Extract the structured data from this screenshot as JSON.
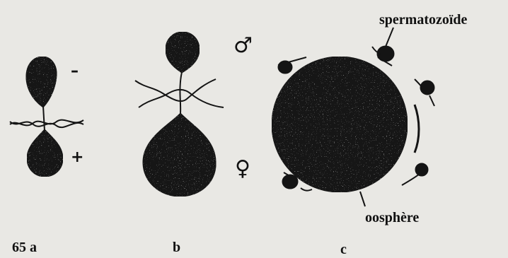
{
  "figure": {
    "panel_a": {
      "label": "65 a",
      "sign_top": "–",
      "sign_bottom": "+"
    },
    "panel_b": {
      "label": "b",
      "symbol_top": "♂",
      "symbol_bottom": "♀"
    },
    "panel_c": {
      "label": "c",
      "callout_top": "spermatozoïde",
      "callout_bottom": "oosphère"
    }
  },
  "colors": {
    "background": "#e9e8e4",
    "ink": "#141414",
    "speckle": "#9a9a9a"
  }
}
